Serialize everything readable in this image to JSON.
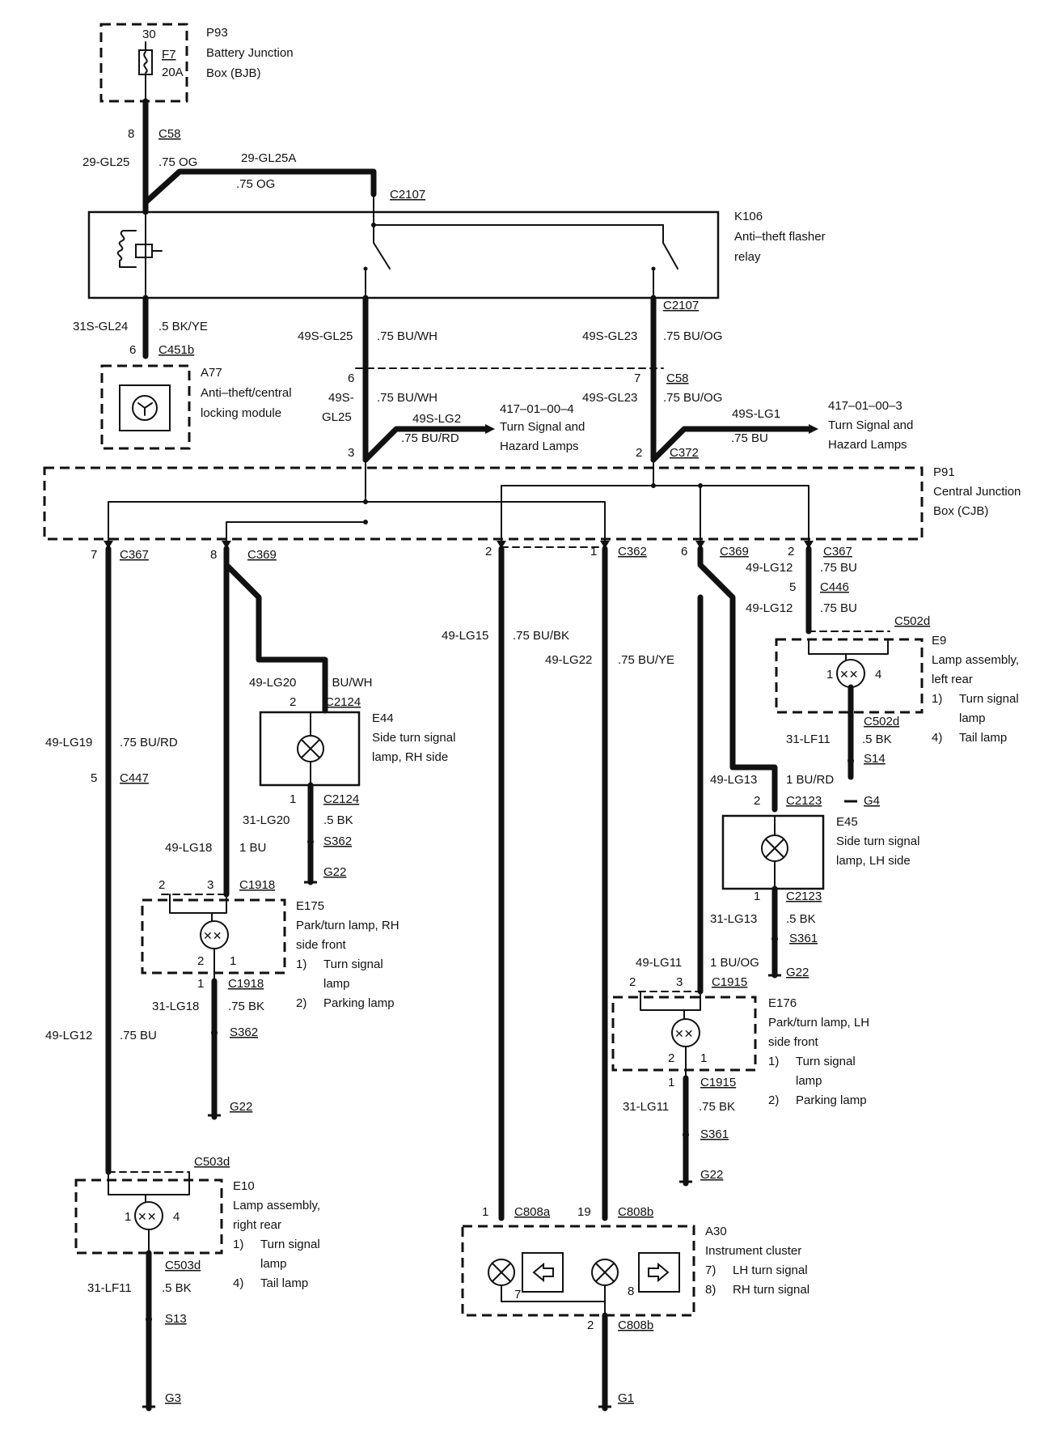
{
  "components": {
    "p93": {
      "id": "P93",
      "line1": "Battery Junction",
      "line2": "Box (BJB)",
      "pin": "30",
      "fuse": "F7",
      "rating": "20A"
    },
    "k106": {
      "id": "K106",
      "line1": "Anti–theft flasher",
      "line2": "relay"
    },
    "a77": {
      "id": "A77",
      "line1": "Anti–theft/central",
      "line2": "locking module"
    },
    "p91": {
      "id": "P91",
      "line1": "Central Junction",
      "line2": "Box (CJB)"
    },
    "e9": {
      "id": "E9",
      "line1": "Lamp assembly,",
      "line2": "left rear",
      "f1n": "1)",
      "f1a": "Turn signal",
      "f1b": "lamp",
      "f4n": "4)",
      "f4": "Tail lamp"
    },
    "e44": {
      "id": "E44",
      "line1": "Side turn signal",
      "line2": "lamp, RH side"
    },
    "e45": {
      "id": "E45",
      "line1": "Side turn signal",
      "line2": "lamp, LH side"
    },
    "e175": {
      "id": "E175",
      "line1": "Park/turn lamp, RH",
      "line2": "side front",
      "f1n": "1)",
      "f1a": "Turn signal",
      "f1b": "lamp",
      "f2n": "2)",
      "f2": "Parking lamp"
    },
    "e176": {
      "id": "E176",
      "line1": "Park/turn lamp, LH",
      "line2": "side front",
      "f1n": "1)",
      "f1a": "Turn signal",
      "f1b": "lamp",
      "f2n": "2)",
      "f2": "Parking lamp"
    },
    "e10": {
      "id": "E10",
      "line1": "Lamp assembly,",
      "line2": "right rear",
      "f1n": "1)",
      "f1a": "Turn signal",
      "f1b": "lamp",
      "f4n": "4)",
      "f4": "Tail lamp"
    },
    "a30": {
      "id": "A30",
      "line1": "Instrument cluster",
      "f7n": "7)",
      "f7": "LH turn signal",
      "f8n": "8)",
      "f8": "RH turn signal"
    }
  },
  "references": {
    "lg2": {
      "wire": "49S-LG2",
      "size": ".75 BU/RD",
      "ref": "417–01–00–4",
      "line1": "Turn Signal and",
      "line2": "Hazard Lamps"
    },
    "lg1": {
      "wire": "49S-LG1",
      "size": ".75 BU",
      "ref": "417–01–00–3",
      "line1": "Turn Signal and",
      "line2": "Hazard Lamps"
    }
  },
  "connectors": {
    "c58a": "C58",
    "c2107a": "C2107",
    "c2107b": "C2107",
    "c451b": "C451b",
    "c58b": "C58",
    "c372": "C372",
    "c367a": "C367",
    "c369a": "C369",
    "c362": "C362",
    "c369b": "C369",
    "c367b": "C367",
    "c446": "C446",
    "c502d_t": "C502d",
    "c502d_b": "C502d",
    "c2124_t": "C2124",
    "c2124_b": "C2124",
    "c2123_t": "C2123",
    "c2123_b": "C2123",
    "c447": "C447",
    "c1918_t": "C1918",
    "c1918_b": "C1918",
    "c1915_t": "C1915",
    "c1915_b": "C1915",
    "c503d_t": "C503d",
    "c503d_b": "C503d",
    "c808a": "C808a",
    "c808b_t": "C808b",
    "c808b_b": "C808b"
  },
  "splices": {
    "s14": "S14",
    "s362a": "S362",
    "s362b": "S362",
    "s361a": "S361",
    "s361b": "S361",
    "s13": "S13"
  },
  "grounds": {
    "g4": "G4",
    "g22a": "G22",
    "g22b": "G22",
    "g22c": "G22",
    "g22d": "G22",
    "g3": "G3",
    "g1": "G1"
  },
  "pins": {
    "p8_top": "8",
    "p6_c451b": "6",
    "p6_c58": "6",
    "p7_c58": "7",
    "p3": "3",
    "p2": "2",
    "p7_c367": "7",
    "p8_c369": "8",
    "p2_c362": "2",
    "p1_c362": "1",
    "p6_c369": "6",
    "p2_c367": "2",
    "p5_c446": "5",
    "e9_1": "1",
    "e9_4": "4",
    "e44_2": "2",
    "e44_1": "1",
    "e45_2": "2",
    "e45_1": "1",
    "c447_5": "5",
    "e175_2": "2",
    "e175_3": "3",
    "e175_in2": "2",
    "e175_in1": "1",
    "e175_1": "1",
    "e176_2": "2",
    "e176_3": "3",
    "e176_in2": "2",
    "e176_in1": "1",
    "e176_1": "1",
    "e10_1": "1",
    "e10_4": "4",
    "a30_1": "1",
    "a30_19": "19",
    "a30_7": "7",
    "a30_8": "8",
    "a30_2": "2"
  },
  "wires": {
    "gl25": "29-GL25",
    "gl25_size": ".75 OG",
    "gl25a": "29-GL25A",
    "gl25a_size": ".75 OG",
    "gl24": "31S-GL24",
    "gl24_size": ".5 BK/YE",
    "s_gl25": "49S-GL25",
    "s_gl25_size": ".75 BU/WH",
    "s_gl23": "49S-GL23",
    "s_gl23_size": ".75 BU/OG",
    "s_gl25b1": "49S-",
    "s_gl25b2": "GL25",
    "s_gl25b_size": ".75 BU/WH",
    "s_gl23b": "49S-GL23",
    "s_gl23b_size": ".75 BU/OG",
    "lg12a": "49-LG12",
    "lg12a_size": ".75 BU",
    "lg12b": "49-LG12",
    "lg12b_size": ".75 BU",
    "lf11a": "31-LF11",
    "lf11a_size": ".5 BK",
    "lg15": "49-LG15",
    "lg15_size": ".75 BU/BK",
    "lg22": "49-LG22",
    "lg22_size": ".75 BU/YE",
    "lg20": "49-LG20",
    "lg20_size": "1 BU/WH",
    "lg20g": "31-LG20",
    "lg20g_size": ".5 BK",
    "lg13": "49-LG13",
    "lg13_size": "1 BU/RD",
    "lg13g": "31-LG13",
    "lg13g_size": ".5 BK",
    "lg19": "49-LG19",
    "lg19_size": ".75 BU/RD",
    "lg18": "49-LG18",
    "lg18_size": "1 BU",
    "lg18g": "31-LG18",
    "lg18g_size": ".75 BK",
    "lg12c": "49-LG12",
    "lg12c_size": ".75 BU",
    "lg11": "49-LG11",
    "lg11_size": "1 BU/OG",
    "lg11g": "31-LG11",
    "lg11g_size": ".75 BK",
    "lf11b": "31-LF11",
    "lf11b_size": ".5 BK"
  }
}
